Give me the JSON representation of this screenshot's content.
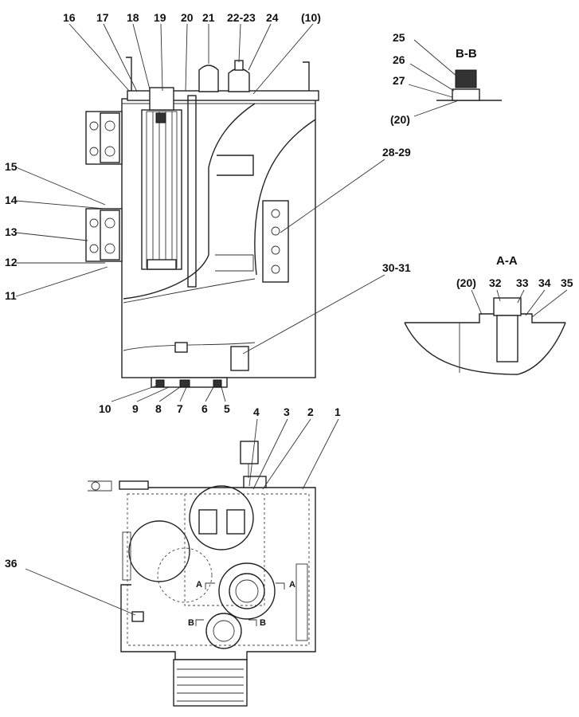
{
  "labels": {
    "l16": "16",
    "l17": "17",
    "l18": "18",
    "l19": "19",
    "l20": "20",
    "l21": "21",
    "l22_23": "22-23",
    "l24": "24",
    "l10_ref": "(10)",
    "l15": "15",
    "l14": "14",
    "l13": "13",
    "l12": "12",
    "l11": "11",
    "l28_29": "28-29",
    "l30_31": "30-31",
    "l10": "10",
    "l9": "9",
    "l8": "8",
    "l7": "7",
    "l6": "6",
    "l5": "5",
    "l4": "4",
    "l3": "3",
    "l2": "2",
    "l1": "1",
    "l36": "36",
    "l25": "25",
    "l26": "26",
    "l27": "27",
    "l20_ref_b": "(20)",
    "l20_ref_a": "(20)",
    "l32": "32",
    "l33": "33",
    "l34": "34",
    "l35": "35"
  },
  "section_titles": {
    "bb": "B-B",
    "aa": "A-A"
  },
  "section_marks": {
    "a_left": "A",
    "a_right": "A",
    "b_left": "B",
    "b_right": "B"
  }
}
